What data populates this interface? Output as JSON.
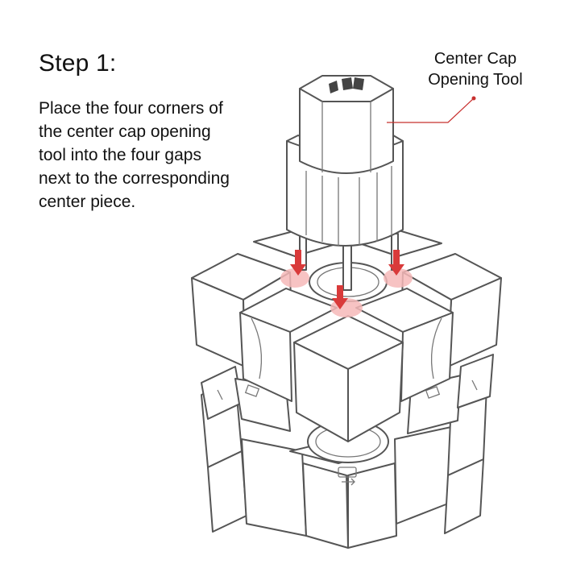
{
  "step": {
    "title": "Step 1:"
  },
  "instructions": {
    "lines": [
      "Place the four corners of",
      "the center cap opening",
      "tool into the four gaps",
      "next to the corresponding",
      "center piece."
    ]
  },
  "callout": {
    "lines": [
      "Center Cap",
      "Opening Tool"
    ]
  },
  "colors": {
    "arrow": "#d93a3a",
    "gap_highlight": "#f6b8b8",
    "leader_line": "#c8302f",
    "outline": "#555555",
    "text": "#111111"
  }
}
